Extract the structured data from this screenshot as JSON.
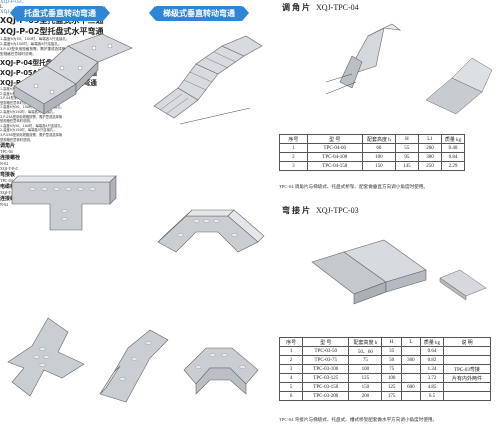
{
  "left": {
    "ribbon1": "托盘式垂直转动弯通",
    "ribbon2": "梯级式垂直转动弯通",
    "code1": "XQJ-P-05C",
    "code2": "XQJ-T1-05C",
    "dim_L": "L",
    "cap_t3": "XQJ-P-03型托盘式水平三通",
    "cap_bend": "XQJ-P-02型托盘式水平弯通",
    "cap_t4": "XQJ-P-04型托盘式水平四通",
    "cap_5a": "XQJ-P-05A型托盘式垂直凹弯通",
    "cap_5b": "XQJ-P-05B型托盘式垂直凸弯通",
    "notes_t3": [
      "1.高度h为50、100时，每端各5只连接孔。",
      "2.高度h为150时，每端各6只连接孔。",
      "3.P-03型采用规格按需，需护罩或选择管",
      "型规格任意转时说明。"
    ],
    "notes_t4": [
      "1.高度h为50、100时，每端各6只连接孔。",
      "2.高度h为150时，每端各8只连接孔。",
      "3.P-04型采用规格按需，需护罩或选择管",
      "型规格任意转时说明。"
    ],
    "notes_5a": [
      "1.高度h为50、100时，每端各4只连接孔。",
      "2.高度h为150时，每端各5只连接孔。",
      "3.P-05A型采用规格按需，需护罩或选择管",
      "型规格任意转时说明。"
    ],
    "notes_5b": [
      "1.高度h为50、100时，每端各4只连接孔。",
      "2.高度h为150时，每端各5只连接孔。",
      "3.P-05B型采用规格按需，需护罩或选择管",
      "型规格任意转时说明。"
    ]
  },
  "right": {
    "tpc04": {
      "title": "调 角 片",
      "code": "XQJ-TPC-04",
      "lbl_piece": "调角片",
      "lbl_piece_code": "TPC-04",
      "lbl_bolt": "连接螺栓",
      "lbl_bolt_code": "N-02",
      "lbl_tray": "XQJ-T-P-C",
      "headers": [
        "序号",
        "型 号",
        "配套高度 h",
        "H",
        "L1",
        "质量 kg"
      ],
      "rows": [
        [
          "1",
          "TPC-04-60",
          "60",
          "55",
          "260",
          "0.40"
        ],
        [
          "2",
          "TPC-04-100",
          "100",
          "95",
          "300",
          "0.84"
        ],
        [
          "3",
          "TPC-04-150",
          "150",
          "145",
          "250",
          "2.29"
        ]
      ],
      "desc": "TPC-04 调角片与梯级式、托盘式桥架、配套做垂直方向调小角度时使用。"
    },
    "tpc03": {
      "title": "弯 接 片",
      "code": "XQJ-TPC-03",
      "lbl_piece": "弯接板",
      "lbl_piece_code": "TPC-03",
      "lbl_bridge": "电缆桥架",
      "lbl_bridge_code": "XQJ-T-P-C",
      "lbl_bolt": "连接螺栓",
      "lbl_bolt_code": "N-02",
      "headers": [
        "序号",
        "型 号",
        "配套高度 h",
        "H",
        "L",
        "质量 kg",
        "说  明"
      ],
      "rows": [
        [
          "1",
          "TPC-03-50",
          "50、60",
          "35",
          "",
          "0.64",
          ""
        ],
        [
          "2",
          "TPC-03-75",
          "75",
          "50",
          "300",
          "0.82",
          ""
        ],
        [
          "3",
          "TPC-03-100",
          "100",
          "75",
          "",
          "1.34",
          "TPC-03弯接"
        ],
        [
          "4",
          "TPC-03-125",
          "125",
          "100",
          "",
          "3.72",
          "片有内外两件"
        ],
        [
          "5",
          "TPC-03-150",
          "150",
          "125",
          "600",
          "4.85",
          ""
        ],
        [
          "6",
          "TPC-03-200",
          "200",
          "175",
          "",
          "6.5",
          ""
        ]
      ],
      "desc": "TPC-04 弯接片与梯级式、托盘式、槽式桥架配套做水平方向调小角度时使用。"
    }
  },
  "colors": {
    "ribbon": "#2f86d4",
    "code_text": "#4a7fb8",
    "metal": "#c9ced3"
  }
}
